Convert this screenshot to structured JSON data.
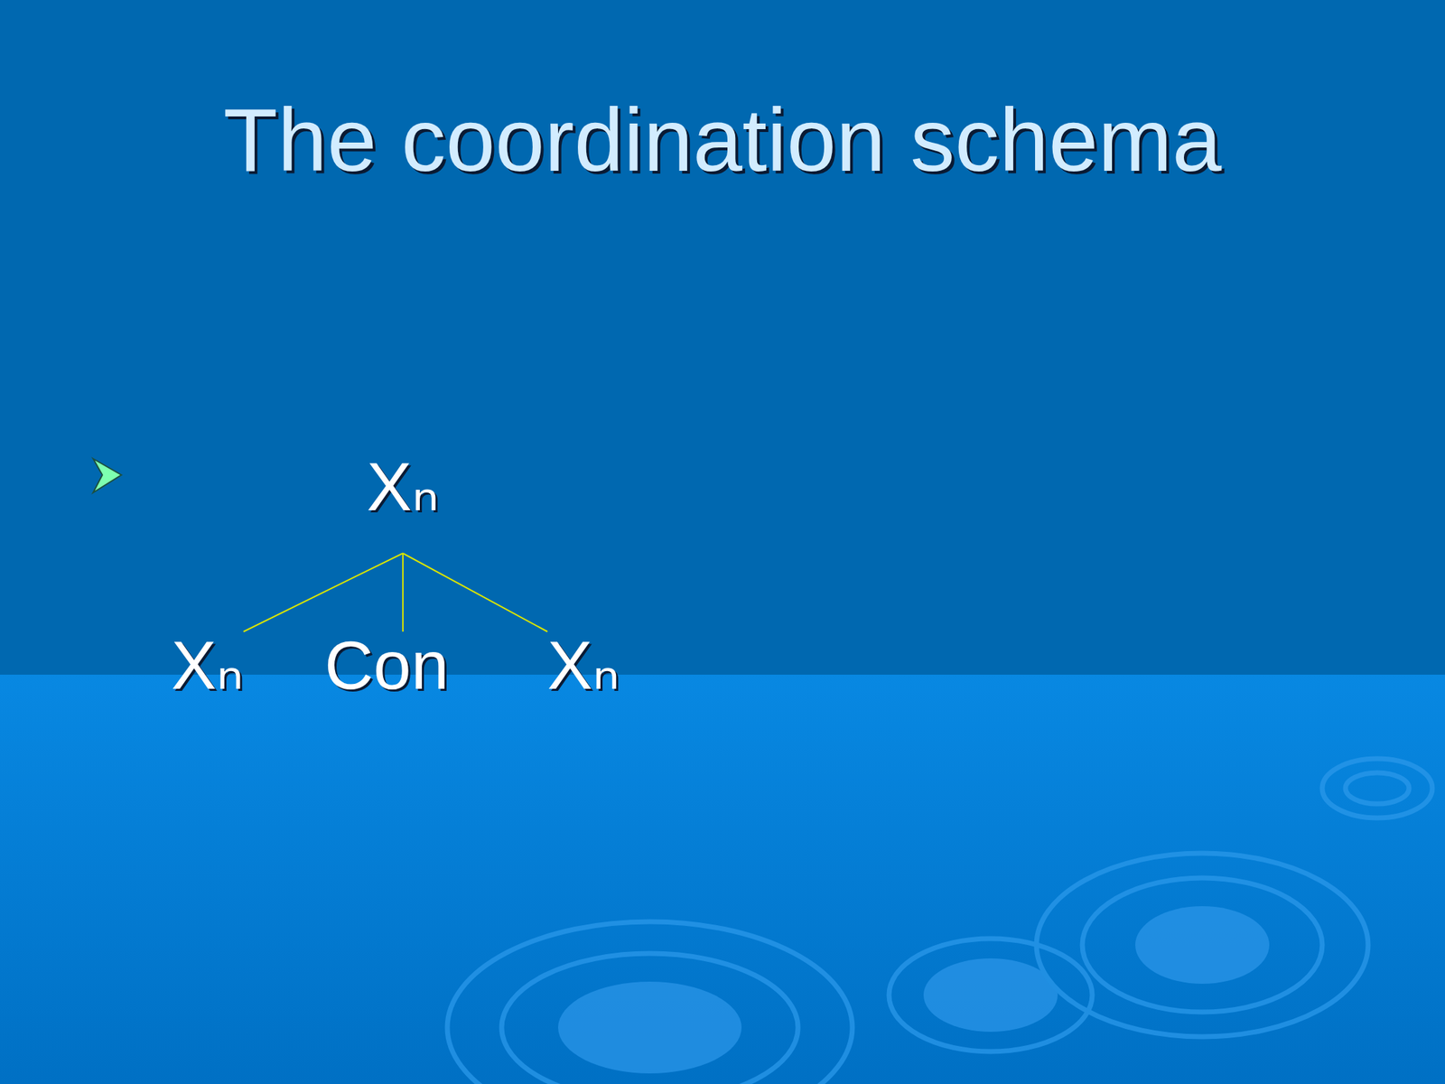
{
  "diagram": {
    "title": "The coordination schema",
    "nodes": [
      {
        "text": [
          "Xₙ"
        ]
      },
      {
        "text": [
          "Xₙ"
        ]
      },
      {
        "text": [
          "Con"
        ]
      },
      {
        "text": [
          "Xₙ"
        ]
      }
    ],
    "edges": [
      {
        "from": 0,
        "to": 1,
        "arrow": "none"
      },
      {
        "from": 0,
        "to": 2,
        "arrow": "none"
      },
      {
        "from": 0,
        "to": 3,
        "arrow": "none"
      }
    ]
  }
}
